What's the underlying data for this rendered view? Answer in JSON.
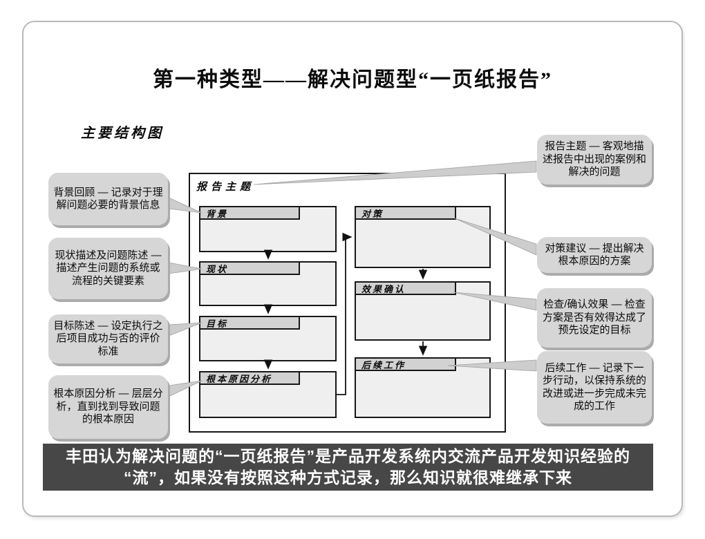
{
  "slide": {
    "title": "第一种类型——解决问题型“一页纸报告”",
    "subtitle": "主要结构图",
    "footer_line1": "丰田认为解决问题的“一页纸报告”是产品开发系统内交流产品开发知识经验的",
    "footer_line2": "“流”，如果没有按照这种方式记录，那么知识就很难继承下来"
  },
  "diagram": {
    "container_label": "报告主题",
    "left_boxes": [
      "背景",
      "现状",
      "目标",
      "根本原因分析"
    ],
    "right_boxes": [
      "对策",
      "效果确认",
      "后续工作"
    ]
  },
  "callouts": {
    "left": [
      "背景回顾 — 记录对于理解问题必要的背景信息",
      "现状描述及问题陈述 — 描述产生问题的系统或流程的关键要素",
      "目标陈述 — 设定执行之后项目成功与否的评价标准",
      "根本原因分析 — 层层分析，直到找到导致问题的根本原因"
    ],
    "right": [
      "报告主题 — 客观地描述报告中出现的案例和解决的问题",
      "对策建议 — 提出解决根本原因的方案",
      "检查/确认效果 — 检查方案是否有效得达成了预先设定的目标",
      "后续工作 — 记录下一步行动，以保持系统的改进或进一步完成未完成的工作"
    ]
  },
  "colors": {
    "frame_border": "#b9b9b9",
    "box_body": "#efefef",
    "box_header": "#d2d2d2",
    "box_border": "#161616",
    "bubble_fill": "#d6d6d6",
    "bubble_shadow": "#ababab",
    "footer_bg": "#474747",
    "footer_text": "#ffffff"
  }
}
